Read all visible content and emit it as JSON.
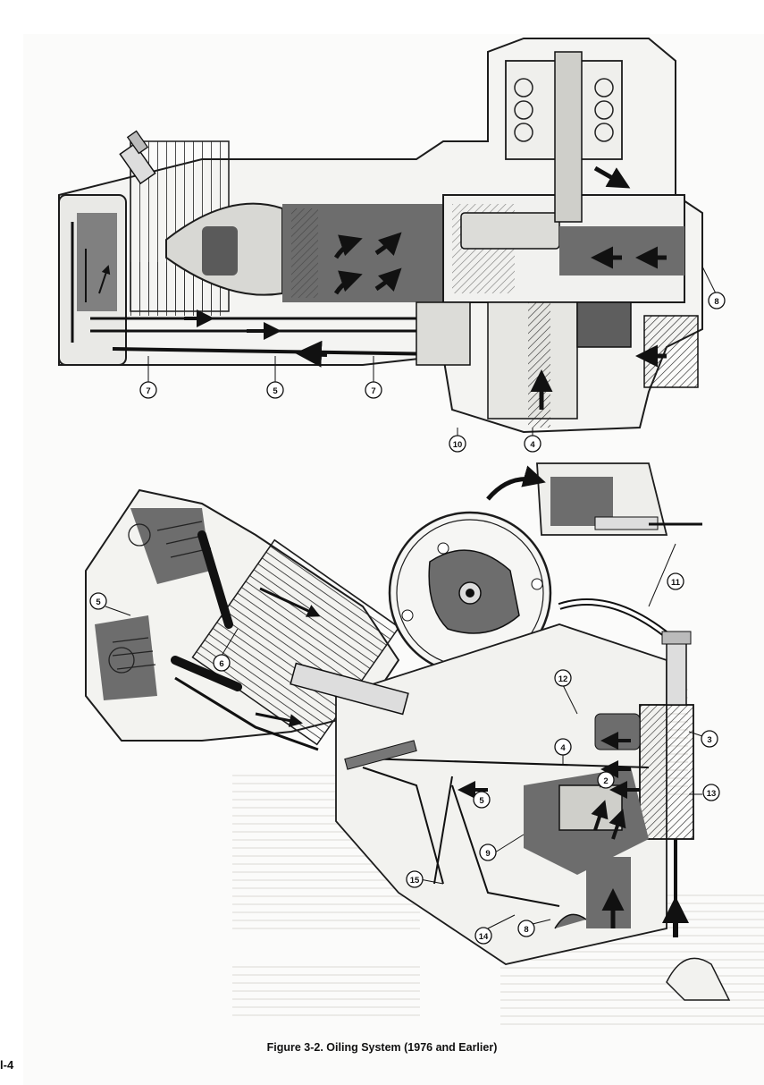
{
  "caption": "Figure 3-2. Oiling System (1976 and Earlier)",
  "page_number": "l-4",
  "callouts": {
    "top_engine": [
      "7",
      "5",
      "7",
      "10",
      "4",
      "8"
    ],
    "lower_engine": [
      "5",
      "6",
      "11",
      "12",
      "3",
      "4",
      "5",
      "2",
      "13",
      "9",
      "15",
      "14",
      "8"
    ]
  },
  "colors": {
    "ink": "#1c1c1c",
    "oil_shade": "#6d6d6d",
    "paper": "#fbfbfa"
  }
}
